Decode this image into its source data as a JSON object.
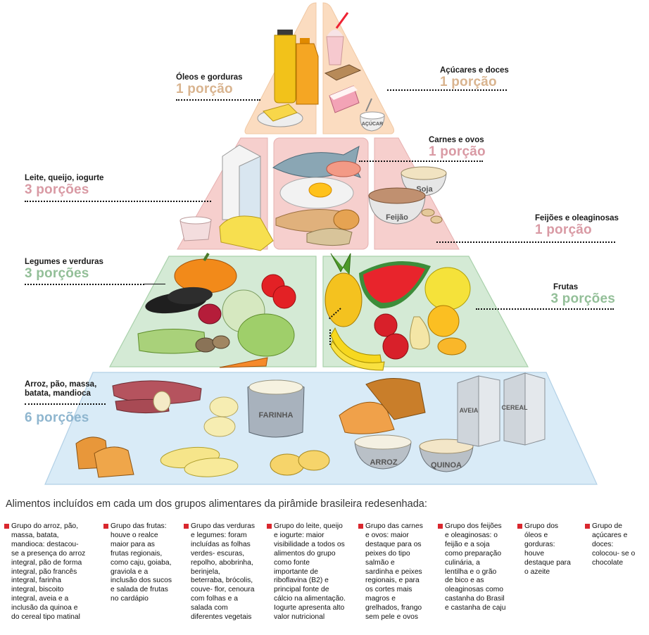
{
  "pyramid": {
    "levels": {
      "oleos": {
        "name": "Óleos e gorduras",
        "portion": "1 porção",
        "color": "#d9b48f"
      },
      "acucares": {
        "name": "Açúcares e doces",
        "portion": "1 porção",
        "color": "#d9b48f"
      },
      "carnes": {
        "name": "Carnes e ovos",
        "portion": "1 porção",
        "color": "#d99aa4"
      },
      "leite": {
        "name": "Leite, queijo, iogurte",
        "portion": "3 porções",
        "color": "#d99aa4"
      },
      "feijoes": {
        "name": "Feijões e oleaginosas",
        "portion": "1 porção",
        "color": "#d99aa4"
      },
      "legumes": {
        "name": "Legumes e verduras",
        "portion": "3 porções",
        "color": "#93bf98"
      },
      "frutas": {
        "name": "Frutas",
        "portion": "3 porções",
        "color": "#93bf98"
      },
      "arroz": {
        "name": "Arroz, pão, massa,\nbatata, mandioca",
        "portion": "6 porções",
        "color": "#8fb6cf"
      }
    },
    "food_labels": {
      "acucar": "AÇÚCAR",
      "soja": "Soja",
      "feijao": "Feijão",
      "farinha": "FARINHA",
      "aveia": "AVEIA",
      "cereal": "CEREAL",
      "arroz": "ARROZ",
      "quinoa": "QUINOA"
    }
  },
  "caption": "Alimentos incluídos em cada um dos grupos alimentares da pirâmide brasileira redesenhada:",
  "notes": [
    "Grupo do arroz, pão,\nmassa, batata,\nmandioca: destacou-\nse a presença do arroz\nintegral, pão de forma\nintegral, pão francês\nintegral, farinha\nintegral, biscoito\nintegral, aveia e a\ninclusão da quinoa e\ndo cereal tipo matinal",
    "Grupo das frutas:\nhouve o realce\nmaior para as\nfrutas regionais,\ncomo caju, goiaba,\ngraviola e a\ninclusão dos sucos\ne salada de frutas\nno cardápio",
    "Grupo das verduras\ne legumes: foram\nincluídas as folhas\nverdes- escuras,\nrepolho, abobrinha,\nberinjela,\nbeterraba, brócolis,\ncouve- flor, cenoura\ncom folhas e a\nsalada com\ndiferentes vegetais",
    "Grupo do leite, queijo\ne iogurte: maior\nvisibilidade a todos os\nalimentos do grupo\ncomo fonte\nimportante de\nriboflavina (B2) e\nprincipal fonte de\ncálcio na alimentação.\nIogurte apresenta alto\nvalor nutricional",
    "Grupo das carnes\ne ovos: maior\ndestaque para os\npeixes do tipo\nsalmão e\nsardinha e peixes\nregionais, e para\nos cortes mais\nmagros e\ngrelhados, frango\nsem pele e ovos",
    "Grupo dos feijões\ne oleaginosas: o\nfeijão e a soja\ncomo preparação\nculinária, a\nlentilha e o grão\nde bico e as\noleaginosas como\ncastanha do Brasil\ne castanha de caju",
    "Grupo dos\nóleos e\ngorduras:\nhouve\ndestaque para\no azeite",
    "Grupo de\naçúcares e\ndoces:\ncolocou- se o\nchocolate"
  ]
}
